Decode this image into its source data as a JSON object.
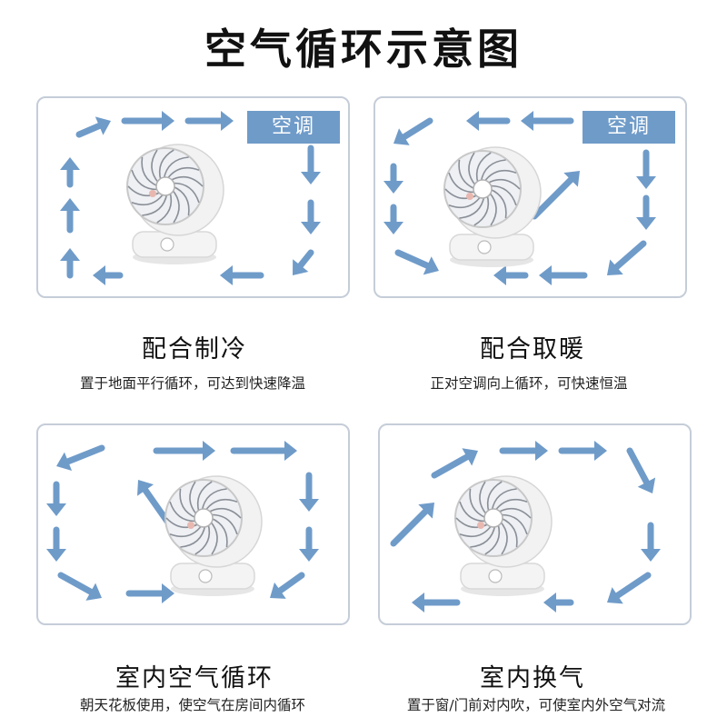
{
  "title": "空气循环示意图",
  "colors": {
    "arrow": "#6f9bc9",
    "panel_border": "#c5cdd8",
    "ac_box": "#6f9bc9"
  },
  "panels": [
    {
      "ac_label": "空调",
      "caption": "配合制冷",
      "desc": "置于地面平行循环，可达到快速降温"
    },
    {
      "ac_label": "空调",
      "caption": "配合取暖",
      "desc": "正对空调向上循环，可快速恒温"
    },
    {
      "caption": "室内空气循环",
      "desc": "朝天花板使用，使空气在房间内循环"
    },
    {
      "caption": "室内换气",
      "desc": "置于窗/门前对内吹，可使室内外空气对流"
    }
  ],
  "icons": [
    "arrow-icon",
    "fan-icon"
  ]
}
